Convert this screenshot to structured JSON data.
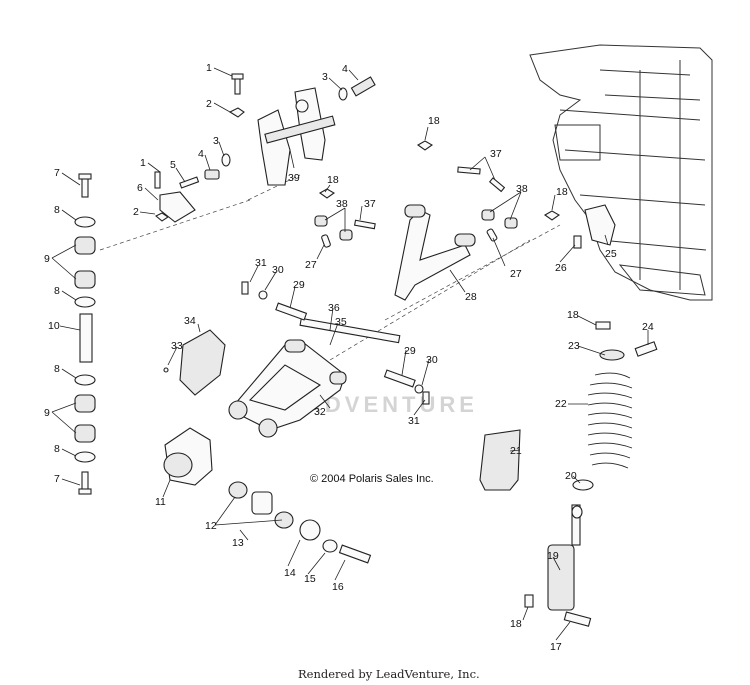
{
  "copyright": "© 2004 Polaris Sales Inc.",
  "footer": "Rendered by LeadVenture, Inc.",
  "watermark": "ADVENTURE",
  "callouts": {
    "c1a": "1",
    "c2a": "2",
    "c3a": "3",
    "c4a": "4",
    "c39": "39",
    "c1b": "1",
    "c5": "5",
    "c4b": "4",
    "c3b": "3",
    "c6": "6",
    "c2b": "2",
    "c7a": "7",
    "c8a": "8",
    "c9a": "9",
    "c8b": "8",
    "c10": "10",
    "c8c": "8",
    "c9b": "9",
    "c8d": "8",
    "c7b": "7",
    "c18a": "18",
    "c37a": "37",
    "c18b": "18",
    "c38a": "38",
    "c37b": "37",
    "c27a": "27",
    "c38b": "38",
    "c18c": "18",
    "c27b": "27",
    "c28": "28",
    "c25": "25",
    "c26": "26",
    "c31a": "31",
    "c30a": "30",
    "c29a": "29",
    "c36": "36",
    "c35": "35",
    "c34": "34",
    "c33": "33",
    "c29b": "29",
    "c30b": "30",
    "c32": "32",
    "c31b": "31",
    "c18d": "18",
    "c24": "24",
    "c23": "23",
    "c22": "22",
    "c21": "21",
    "c20": "20",
    "c11": "11",
    "c12": "12",
    "c13": "13",
    "c14": "14",
    "c15": "15",
    "c16": "16",
    "c19": "19",
    "c18e": "18",
    "c17": "17"
  }
}
